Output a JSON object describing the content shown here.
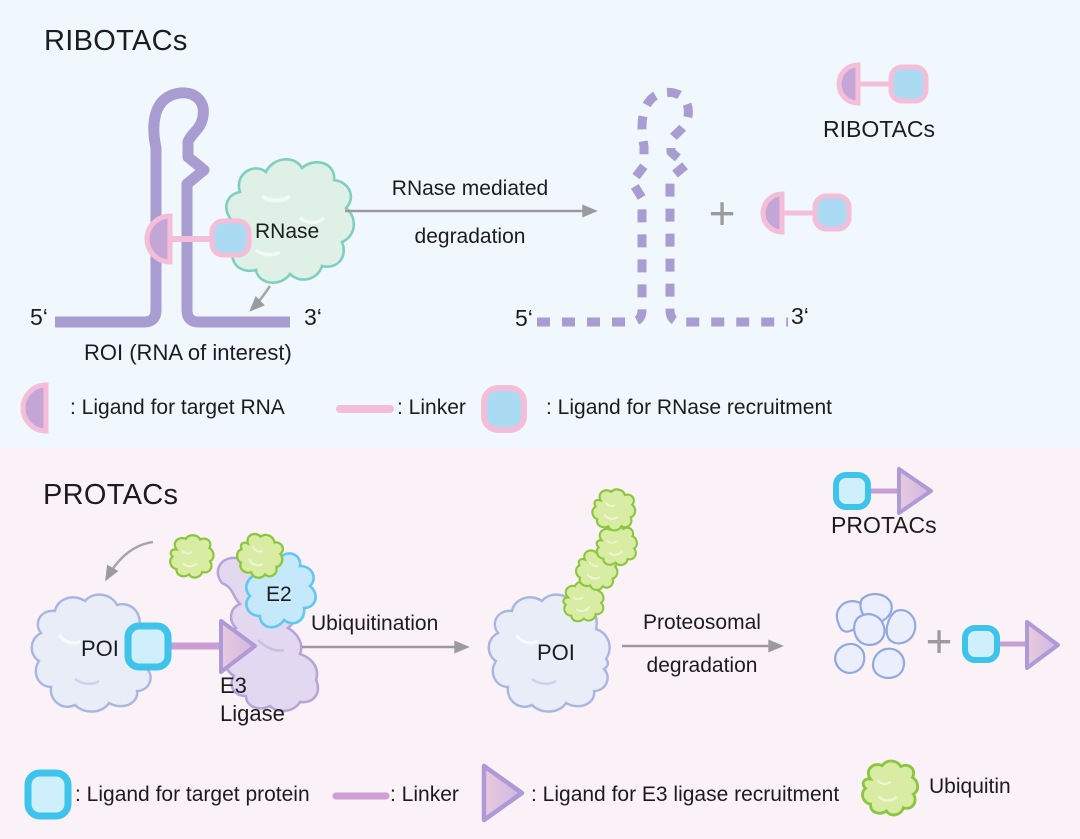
{
  "figure": {
    "ribotacs": {
      "title": "RIBOTACs",
      "roi": {
        "five_prime": "5‘",
        "three_prime": "3‘",
        "caption": "ROI (RNA of interest)",
        "rnase_label": "RNase"
      },
      "reaction_arrow": {
        "line1": "RNase mediated",
        "line2": "degradation"
      },
      "degraded_rna": {
        "five_prime": "5‘",
        "three_prime": "3‘"
      },
      "plus_sign": "+",
      "product_label": "RIBOTACs",
      "legend": [
        {
          "icon": "target-rna-ligand-icon",
          "label": ": Ligand for target RNA"
        },
        {
          "icon": "linker-icon",
          "label": ": Linker"
        },
        {
          "icon": "rnase-ligand-icon",
          "label": ": Ligand for RNase recruitment"
        }
      ]
    },
    "protacs": {
      "title": "PROTACs",
      "complex": {
        "poi_label": "POI",
        "e2_label": "E2",
        "e3_line1": "E3",
        "e3_line2": "Ligase"
      },
      "ubiquitination_arrow": {
        "label": "Ubiquitination"
      },
      "ubiquitinated_poi": {
        "poi_label": "POI"
      },
      "degradation_arrow": {
        "line1": "Proteosomal",
        "line2": "degradation"
      },
      "plus_sign": "+",
      "product_label": "PROTACs",
      "legend": [
        {
          "icon": "target-protein-ligand-icon",
          "label": ": Ligand for target protein"
        },
        {
          "icon": "linker-icon",
          "label": ": Linker"
        },
        {
          "icon": "e3-ligand-triangle-icon",
          "label": ": Ligand for E3 ligase recruitment"
        },
        {
          "icon": "ubiquitin-icon",
          "label": "Ubiquitin"
        }
      ]
    },
    "colors": {
      "top_panel_bg": "#f0f8fd",
      "bottom_panel_bg": "#fbf2f8",
      "rna_purple": "#a89cd0",
      "pink_linker": "#f4bed8",
      "target_rna_ligand_fill": "#c3a6d5",
      "rnase_ligand_blue": "#abdaf3",
      "rnase_green_fill": "#dff0e6",
      "rnase_green_border": "#7fcfbf",
      "cyan_ligand_fill": "#cfeffc",
      "cyan_ligand_border": "#3ec3ea",
      "protac_linker": "#c89fd2",
      "e3_triangle_border": "#ae9ad6",
      "e3_blob": "#e2d9f0",
      "e2_blob": "#c5e8fa",
      "ubiquitin_fill": "#d8eca3",
      "ubiquitin_border": "#8cc63f",
      "poi_fill": "#e8edf8",
      "arrow_gray": "#9b9b9f"
    }
  }
}
